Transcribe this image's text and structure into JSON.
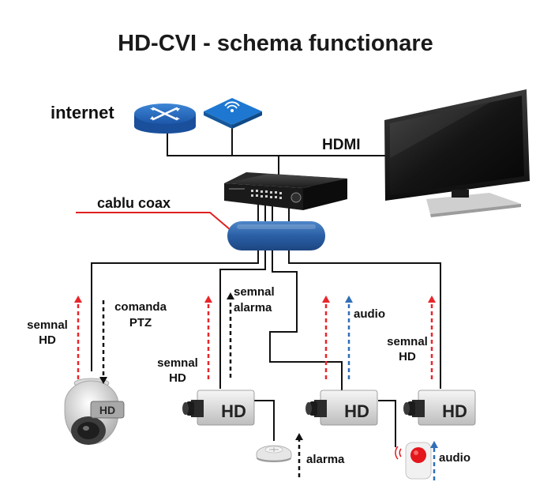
{
  "title": "HD-CVI - schema functionare",
  "labels": {
    "internet": "internet",
    "hdmi": "HDMI",
    "cablu_coax": "cablu coax",
    "semnal_hd_left_1": "semnal",
    "semnal_hd_left_2": "HD",
    "comanda_ptz_1": "comanda",
    "comanda_ptz_2": "PTZ",
    "semnal_hd_mid_1": "semnal",
    "semnal_hd_mid_2": "HD",
    "semnal_alarma_1": "semnal",
    "semnal_alarma_2": "alarma",
    "audio_top": "audio",
    "semnal_hd_right_1": "semnal",
    "semnal_hd_right_2": "HD",
    "alarma": "alarma",
    "audio_bottom": "audio",
    "camera_badge": "HD"
  },
  "colors": {
    "red_arrow": "#e8262b",
    "blue_arrow": "#2f6fb8",
    "black_arrow": "#111111",
    "coax_red": "#e02020",
    "router_blue": "#2a6dbf",
    "ap_blue": "#1e78d2",
    "coax_barrel": "#2d63a8"
  },
  "icons": [
    "router-icon",
    "wireless-ap-icon",
    "dvr-icon",
    "tv-monitor-icon",
    "ptz-dome-camera-icon",
    "box-camera-icon",
    "smoke-detector-icon",
    "alarm-button-icon"
  ]
}
